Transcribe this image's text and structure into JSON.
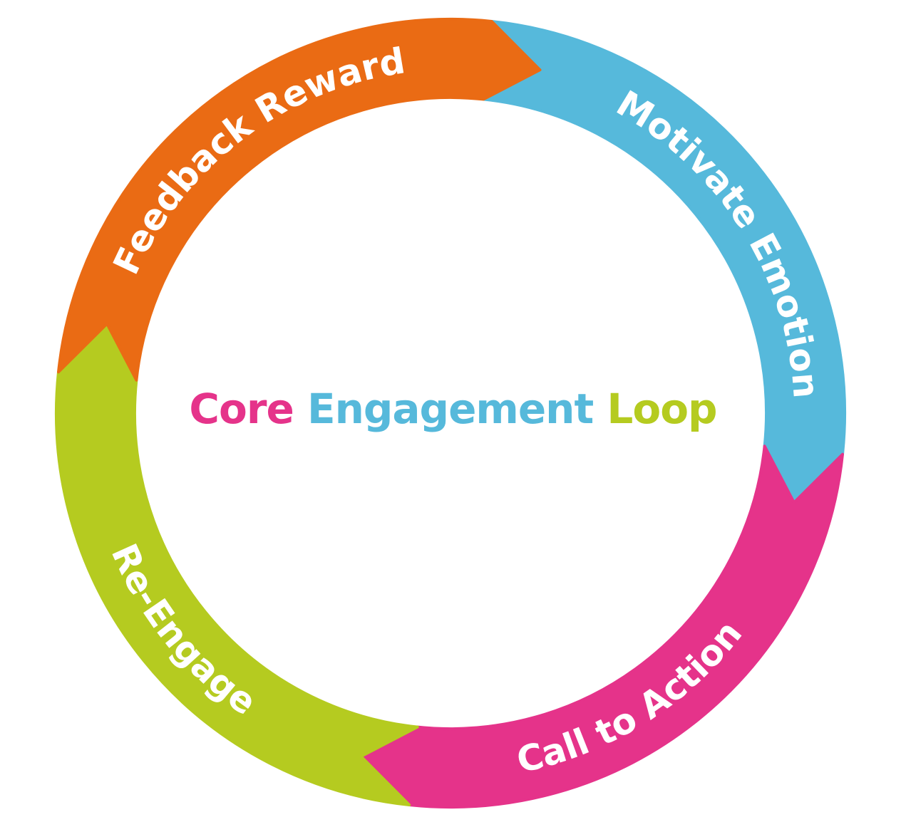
{
  "title": {
    "words": [
      {
        "text": "Core",
        "color": "#e5338a"
      },
      {
        "text": "Engagement",
        "color": "#56b9db"
      },
      {
        "text": "Loop",
        "color": "#b5cb20"
      }
    ]
  },
  "segments": [
    {
      "id": "motivate-emotion",
      "label": "Motivate Emotion",
      "color": "#56b9db"
    },
    {
      "id": "call-to-action",
      "label": "Call to Action",
      "color": "#e5338a"
    },
    {
      "id": "re-engage",
      "label": "Re-Engage",
      "color": "#b5cb20"
    },
    {
      "id": "feedback-reward",
      "label": "Feedback Reward",
      "color": "#ea6b14"
    }
  ],
  "flow_direction": "clockwise"
}
